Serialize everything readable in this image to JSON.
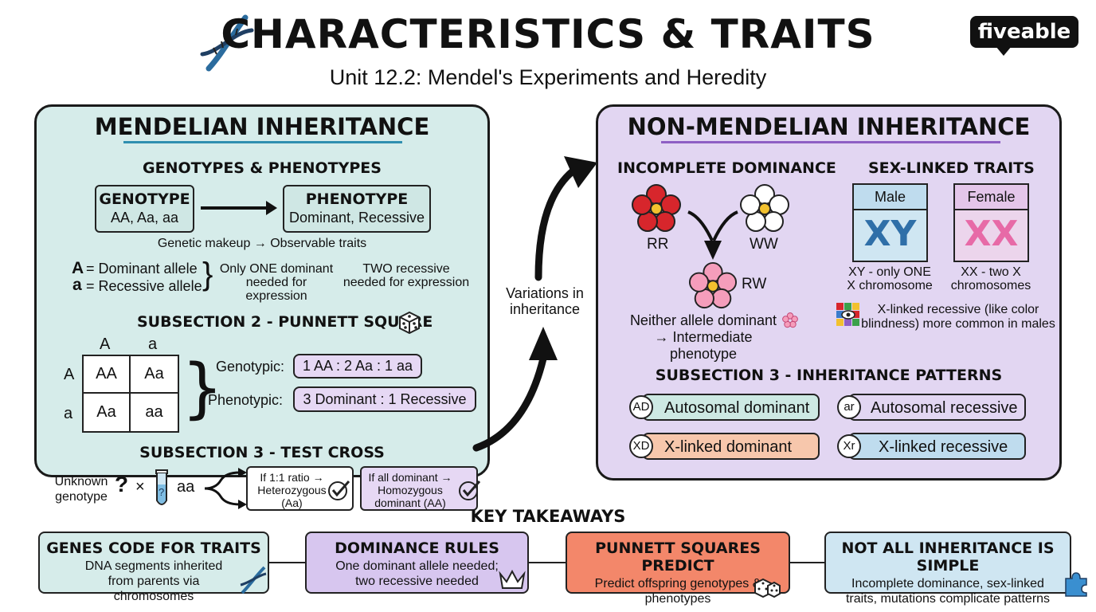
{
  "header": {
    "title": "CHARACTERISTICS & TRAITS",
    "subtitle": "Unit 12.2: Mendel's Experiments and Heredity",
    "logo": "fiveable"
  },
  "mendelian": {
    "heading": "MENDELIAN INHERITANCE",
    "geno_pheno": {
      "heading": "GENOTYPES & PHENOTYPES",
      "genotype_title": "GENOTYPE",
      "genotype_values": "AA, Aa, aa",
      "phenotype_title": "PHENOTYPE",
      "phenotype_values": "Dominant, Recessive",
      "caption": "Genetic makeup → Observable traits",
      "dominant_symbol": "A",
      "dominant_text": "= Dominant allele",
      "recessive_symbol": "a",
      "recessive_text": "= Recessive allele",
      "dominant_note": "Only ONE dominant needed for expression",
      "recessive_note": "TWO recessive needed for expression"
    },
    "punnett": {
      "heading": "SUBSECTION 2 - PUNNETT SQUARE",
      "col_headers": [
        "A",
        "a"
      ],
      "row_headers": [
        "A",
        "a"
      ],
      "cells": [
        [
          "AA",
          "Aa"
        ],
        [
          "Aa",
          "aa"
        ]
      ],
      "genotypic_label": "Genotypic:",
      "genotypic_ratio": "1 AA : 2 Aa : 1 aa",
      "phenotypic_label": "Phenotypic:",
      "phenotypic_ratio": "3 Dominant : 1 Recessive"
    },
    "test_cross": {
      "heading": "SUBSECTION 3 - TEST CROSS",
      "unknown": "Unknown genotype",
      "question": "?",
      "times": "×",
      "tube_mark": "?",
      "aa": "aa",
      "result1": "If 1:1 ratio → Heterozygous (Aa)",
      "result2": "If all dominant → Homozygous dominant (AA)"
    }
  },
  "connector": {
    "label": "Variations in inheritance"
  },
  "non_mendelian": {
    "heading": "NON-MENDELIAN INHERITANCE",
    "incomplete": {
      "heading": "INCOMPLETE DOMINANCE",
      "rr": "RR",
      "ww": "WW",
      "rw": "RW",
      "caption": "Neither allele dominant → Intermediate phenotype"
    },
    "sex_linked": {
      "heading": "SEX-LINKED TRAITS",
      "male_label": "Male",
      "male_glyph": "XY",
      "male_caption": "XY - only ONE X chromosome",
      "female_label": "Female",
      "female_glyph": "XX",
      "female_caption": "XX - two X chromosomes",
      "note": "X-linked recessive (like color blindness) more common in males"
    },
    "patterns": {
      "heading": "SUBSECTION 3 - INHERITANCE PATTERNS",
      "items": [
        {
          "abbr": "AD",
          "label": "Autosomal dominant",
          "color": "#cde9e3"
        },
        {
          "abbr": "ar",
          "label": "Autosomal recessive",
          "color": "#e2d6f2"
        },
        {
          "abbr": "XD",
          "label": "X-linked dominant",
          "color": "#f7c7ac"
        },
        {
          "abbr": "Xr",
          "label": "X-linked recessive",
          "color": "#bfdcee"
        }
      ]
    }
  },
  "takeaways": {
    "heading": "KEY TAKEAWAYS",
    "items": [
      {
        "title": "GENES CODE FOR TRAITS",
        "text": "DNA segments inherited from parents via chromosomes",
        "color": "#d6ecea"
      },
      {
        "title": "DOMINANCE RULES",
        "text": "One dominant allele needed; two recessive needed",
        "color": "#d7c6ef"
      },
      {
        "title": "PUNNETT SQUARES PREDICT",
        "text": "Predict offspring genotypes & phenotypes",
        "color": "#f3876a"
      },
      {
        "title": "NOT ALL INHERITANCE IS SIMPLE",
        "text": "Incomplete dominance, sex-linked traits, mutations complicate patterns",
        "color": "#cfe6f2"
      }
    ]
  },
  "colors": {
    "mendelian_bg": "#d6ecea",
    "non_mendelian_bg": "#e2d6f2",
    "mendelian_underline": "#2f8fb0",
    "non_mendelian_underline": "#8e5fc4"
  }
}
